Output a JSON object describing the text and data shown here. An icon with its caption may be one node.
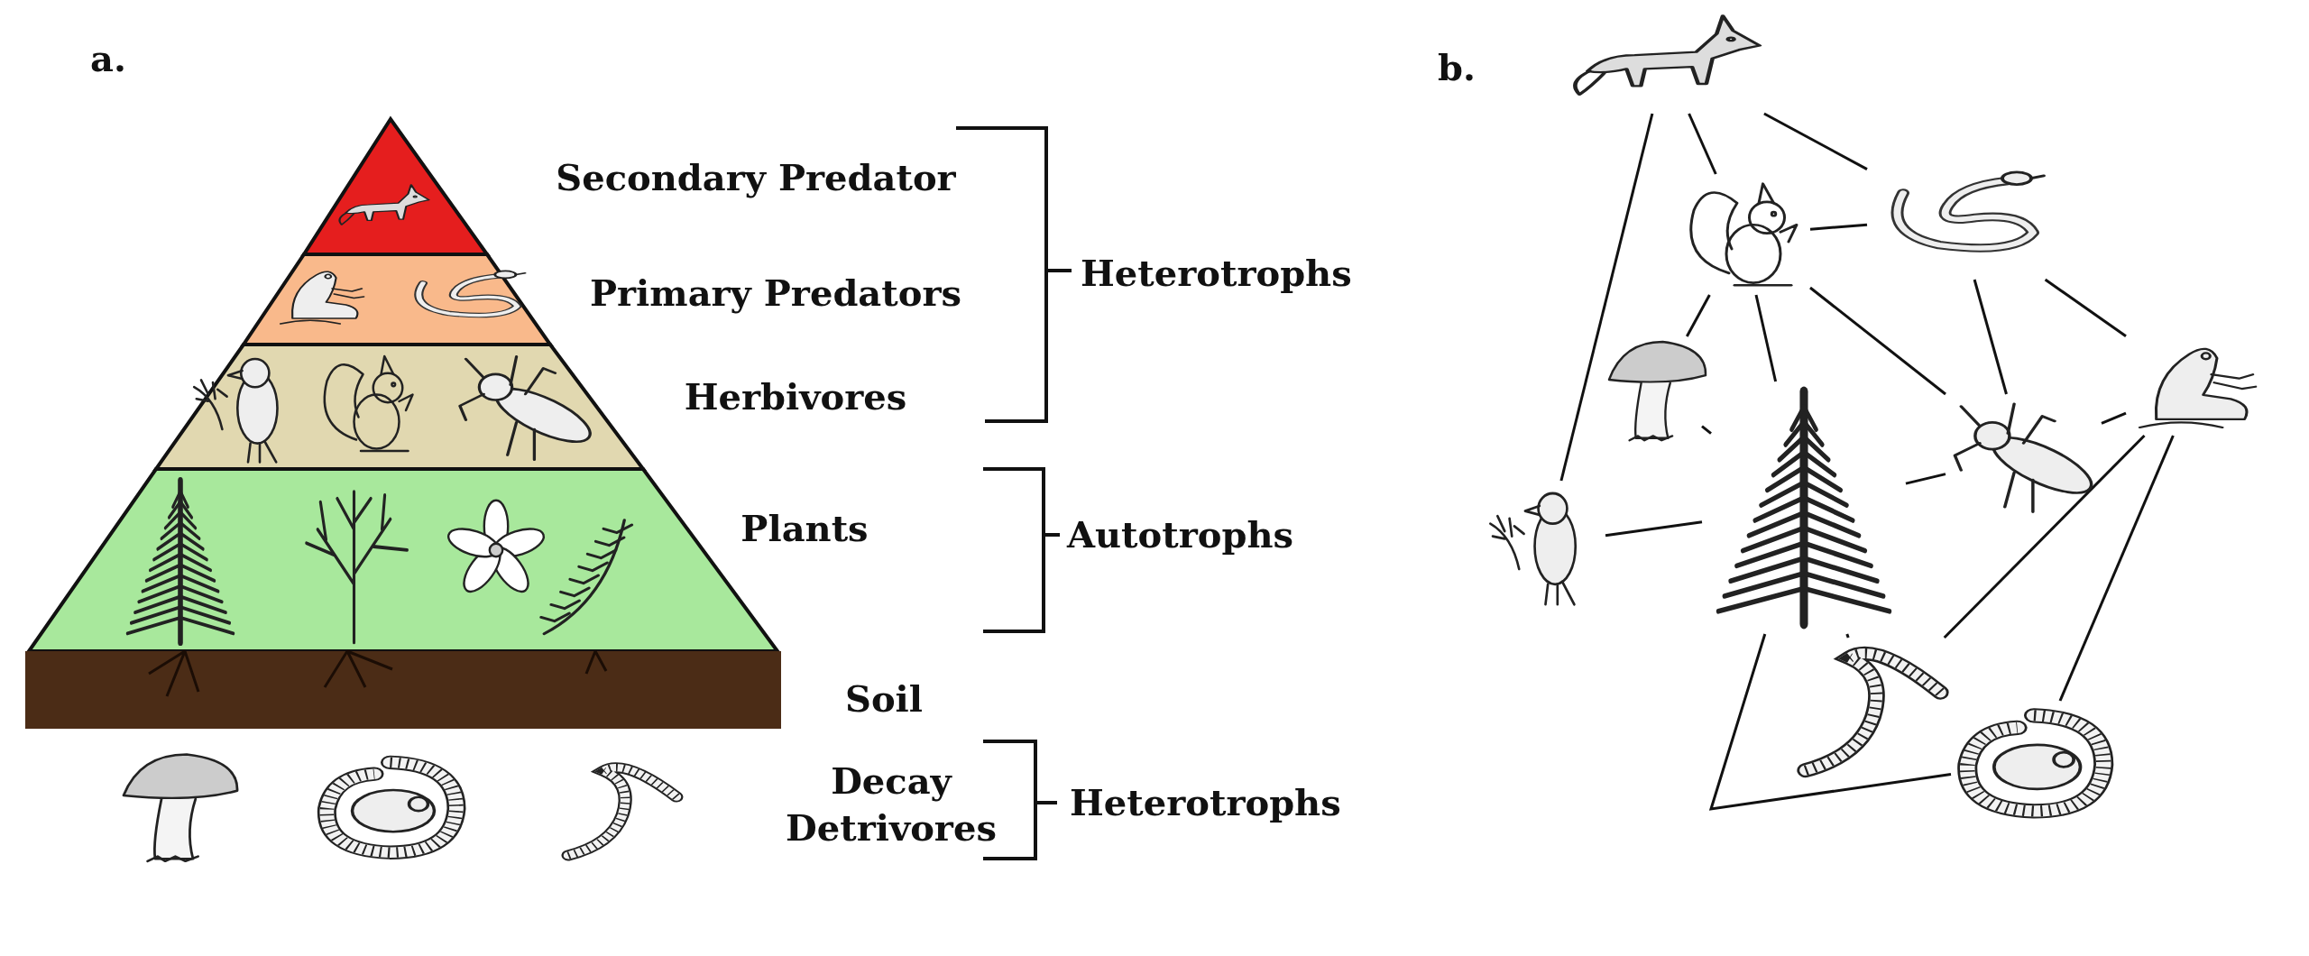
{
  "diagram": {
    "nodes": [
      {
        "text": [],
        "shape": "picture"
      },
      {
        "text": [],
        "shape": "picture"
      },
      {
        "text": [],
        "shape": "picture"
      },
      {
        "text": [],
        "shape": "picture"
      },
      {
        "text": [],
        "shape": "picture"
      },
      {
        "text": [],
        "shape": "picture"
      },
      {
        "text": [],
        "shape": "picture"
      },
      {
        "text": [],
        "shape": "picture"
      },
      {
        "text": [],
        "shape": "picture"
      },
      {
        "text": [],
        "shape": "picture"
      }
    ],
    "edges": [
      {
        "from": 0,
        "to": 1,
        "arrow": "none"
      },
      {
        "from": 0,
        "to": 2,
        "arrow": "none"
      },
      {
        "from": 0,
        "to": 7,
        "arrow": "none"
      },
      {
        "from": 1,
        "to": 2,
        "arrow": "none"
      },
      {
        "from": 1,
        "to": 3,
        "arrow": "none"
      },
      {
        "from": 1,
        "to": 5,
        "arrow": "none"
      },
      {
        "from": 1,
        "to": 6,
        "arrow": "none"
      },
      {
        "from": 2,
        "to": 6,
        "arrow": "none"
      },
      {
        "from": 2,
        "to": 4,
        "arrow": "none"
      },
      {
        "from": 3,
        "to": 5,
        "arrow": "none"
      },
      {
        "from": 5,
        "to": 6,
        "arrow": "none"
      },
      {
        "from": 6,
        "to": 4,
        "arrow": "none"
      },
      {
        "from": 7,
        "to": 5,
        "arrow": "none"
      },
      {
        "from": 4,
        "to": 8,
        "arrow": "none"
      },
      {
        "from": 4,
        "to": 9,
        "arrow": "none"
      },
      {
        "from": 5,
        "to": 8,
        "arrow": "none"
      },
      {
        "from": 5,
        "to": 9,
        "arrow": "none"
      }
    ],
    "labels": [
      "a.",
      "Secondary Predator",
      "Primary Predators",
      "Heterotrophs",
      "Herbivores",
      "Plants",
      "Autotrophs",
      "Soil",
      "Decay Detrivores",
      "Heterotrophs",
      "b."
    ]
  }
}
